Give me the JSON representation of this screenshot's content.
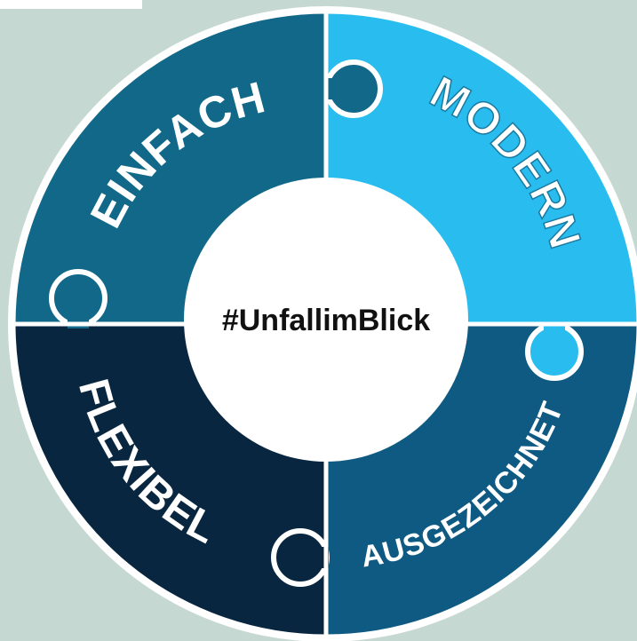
{
  "center": {
    "hashtag": "#UnfallimBlick"
  },
  "segments": {
    "top_left": {
      "label": "EINFACH",
      "color": "#116888"
    },
    "top_right": {
      "label": "MODERN",
      "color": "#29bdef"
    },
    "bottom_right": {
      "label": "AUSGEZEICHNET",
      "color": "#0e5a82"
    },
    "bottom_left": {
      "label": "FLEXIBEL",
      "color": "#08263f"
    }
  },
  "colors": {
    "background": "#c6d8d2",
    "ring_border": "#ffffff",
    "center_fill": "#ffffff",
    "center_text": "#111111"
  }
}
